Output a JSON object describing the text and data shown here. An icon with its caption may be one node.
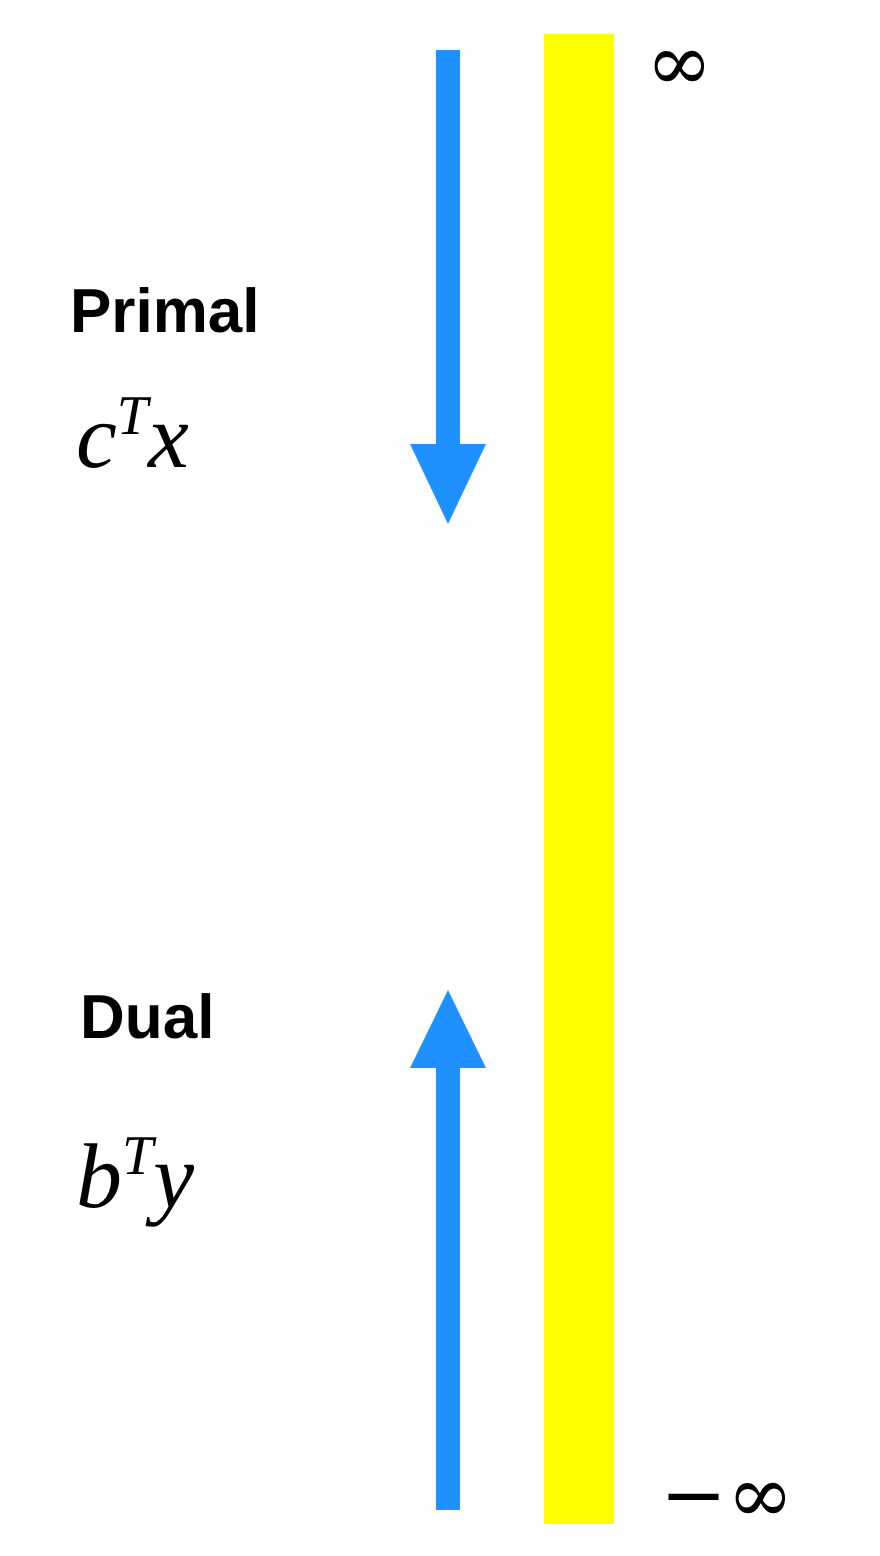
{
  "diagram": {
    "nodes": [
      {
        "text": [],
        "shape": "bar",
        "beside": [
          "∞",
          "−∞"
        ]
      }
    ],
    "labels": [
      "Primal",
      "c$^{T}$x",
      "Dual",
      "b$^{T}$y"
    ]
  }
}
